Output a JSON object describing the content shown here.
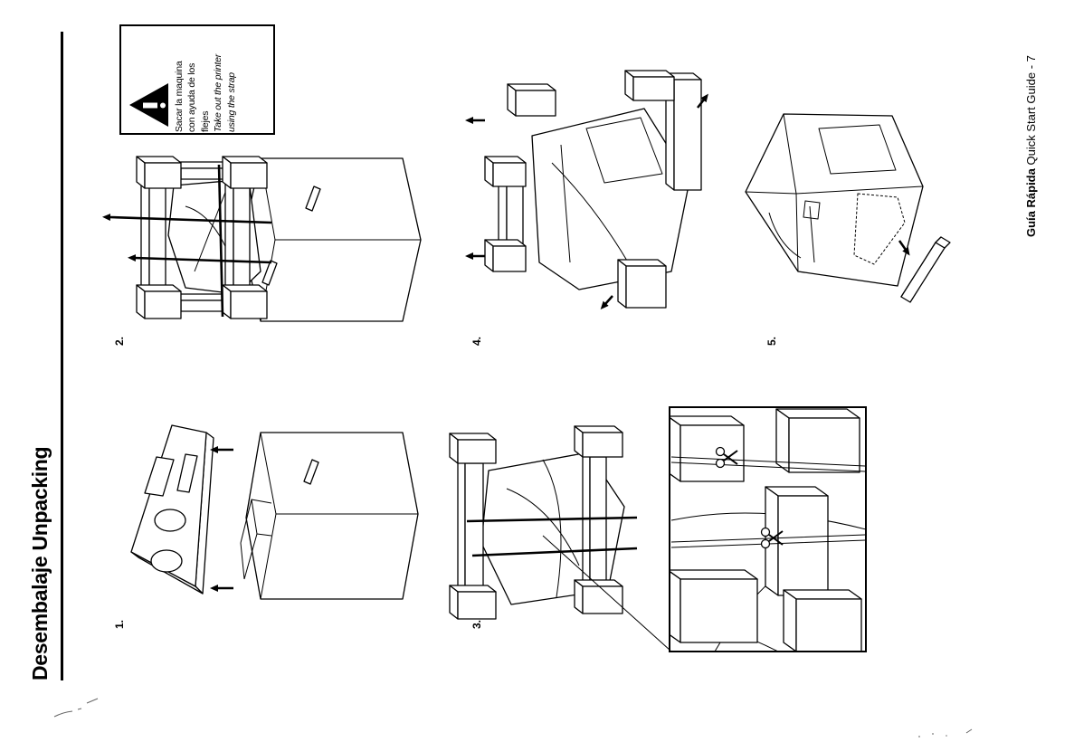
{
  "page": {
    "title_es": "Desembalaje",
    "title_en": "Unpacking"
  },
  "steps": [
    {
      "label": "1."
    },
    {
      "label": "2."
    },
    {
      "label": "3."
    },
    {
      "label": "4."
    },
    {
      "label": "5."
    }
  ],
  "warning": {
    "icon": "warning-icon",
    "lines_es": [
      "Sacar la maquina",
      "con ayuda de los",
      "flejes"
    ],
    "lines_en": [
      "Take out the printer",
      "using the strap"
    ]
  },
  "footer": {
    "es": "Guía Rápida",
    "en": "Quick Start Guide - 7"
  },
  "icons": [
    "warning-icon",
    "scissors-icon",
    "arrow-icon"
  ],
  "colors": {
    "ink": "#000000",
    "paper": "#ffffff"
  }
}
